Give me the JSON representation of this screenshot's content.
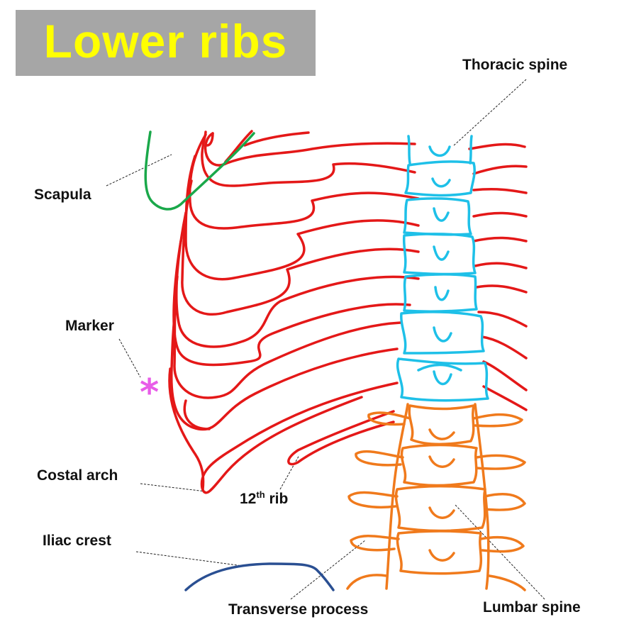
{
  "title": "Lower ribs",
  "labels": {
    "thoracic_spine": "Thoracic spine",
    "scapula": "Scapula",
    "marker": "Marker",
    "costal_arch": "Costal arch",
    "twelfth_rib_num": "12",
    "twelfth_rib_sup": "th",
    "twelfth_rib_word": " rib",
    "iliac_crest": "Iliac crest",
    "transverse_process": "Transverse process",
    "lumbar_spine": "Lumbar spine"
  },
  "marker_symbol": "*",
  "colors": {
    "title_background": "#a6a6a6",
    "title_text": "#ffff00",
    "ribs": "#e41818",
    "scapula": "#1aa84a",
    "thoracic_spine": "#1ec0e8",
    "lumbar_spine": "#f07a1c",
    "iliac_crest": "#2a4f92",
    "marker": "#e85ce8"
  }
}
